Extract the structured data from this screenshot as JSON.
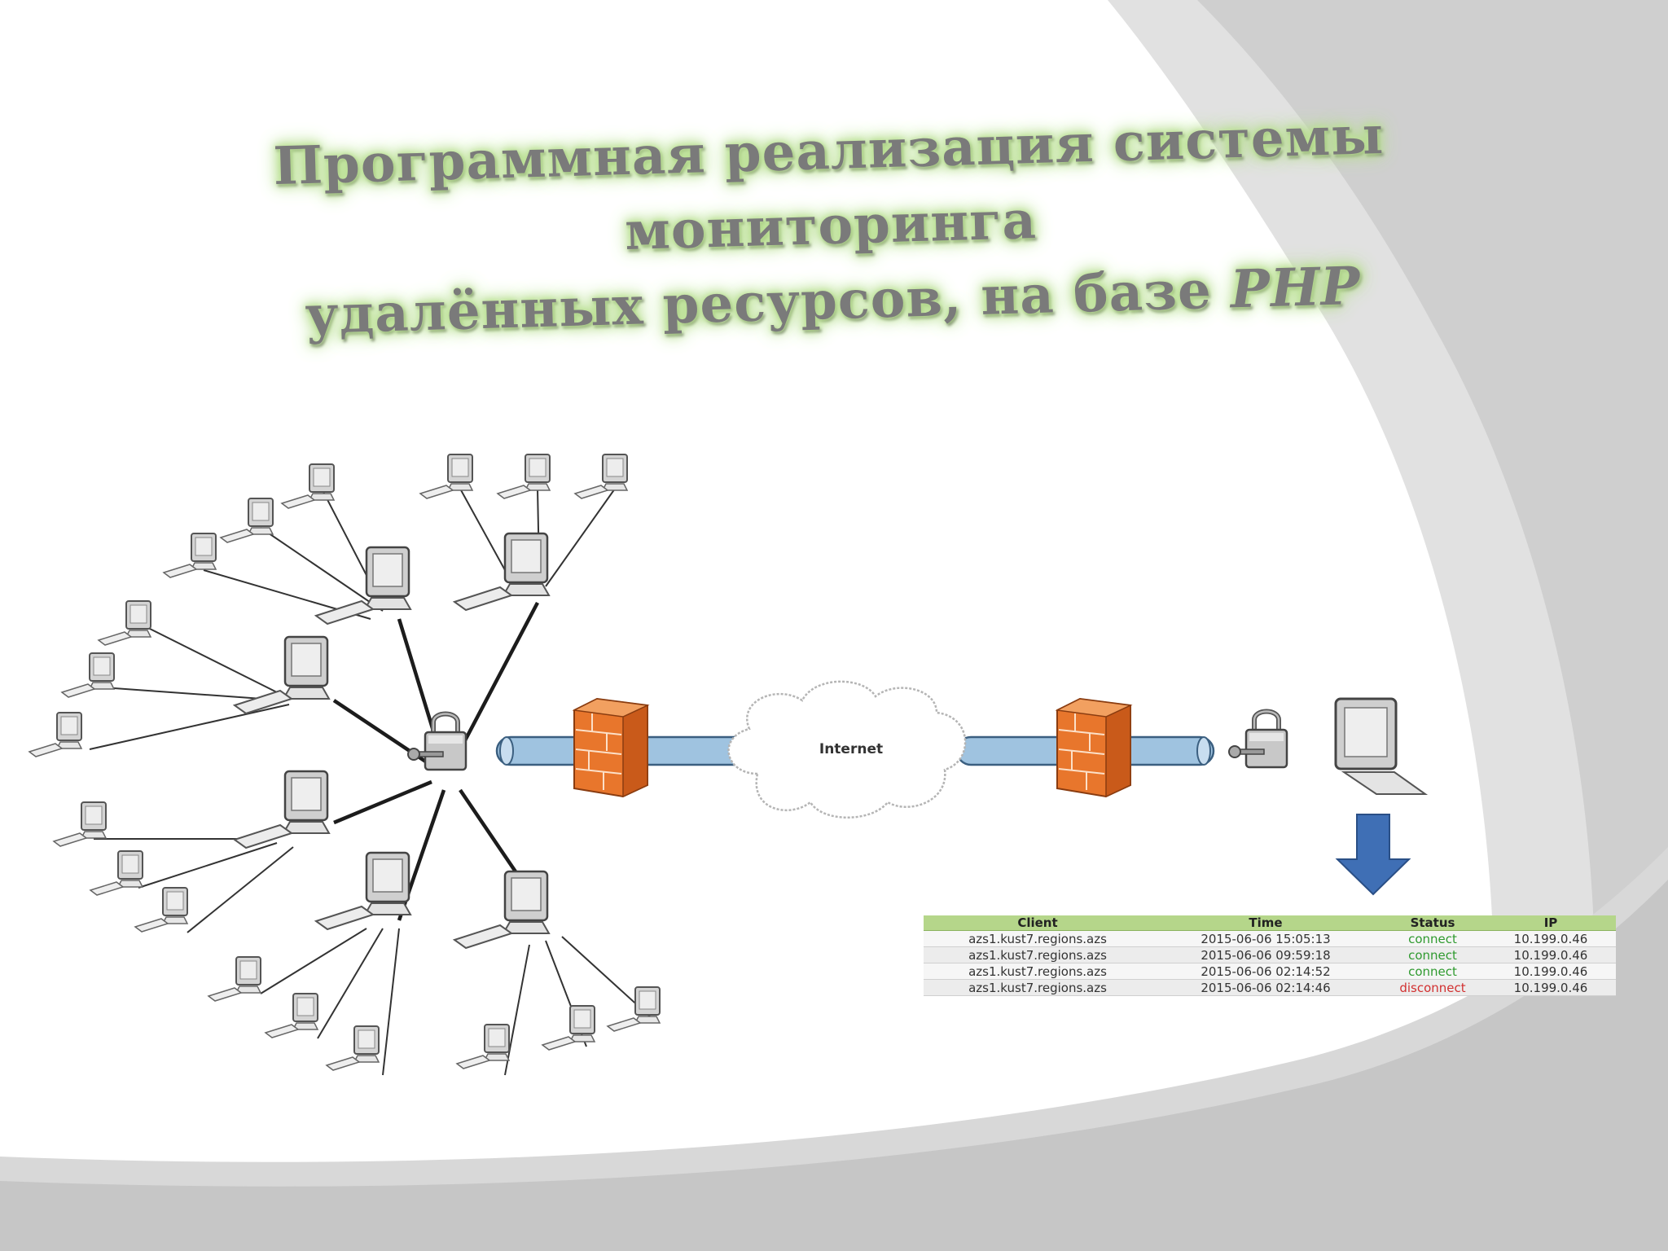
{
  "slide": {
    "title_line1": "Программная реализация системы мониторинга",
    "title_line2": "удалённых ресурсов, на базе",
    "title_php": "PHP"
  },
  "diagram": {
    "cloud_label": "Internet"
  },
  "log_table": {
    "headers": [
      "Client",
      "Time",
      "Status",
      "IP"
    ],
    "rows": [
      {
        "client": "azs1.kust7.regions.azs",
        "time": "2015-06-06 15:05:13",
        "status": "connect",
        "ip": "10.199.0.46"
      },
      {
        "client": "azs1.kust7.regions.azs",
        "time": "2015-06-06 09:59:18",
        "status": "connect",
        "ip": "10.199.0.46"
      },
      {
        "client": "azs1.kust7.regions.azs",
        "time": "2015-06-06 02:14:52",
        "status": "connect",
        "ip": "10.199.0.46"
      },
      {
        "client": "azs1.kust7.regions.azs",
        "time": "2015-06-06 02:14:46",
        "status": "disconnect",
        "ip": "10.199.0.46"
      }
    ]
  },
  "colors": {
    "title_glow": "#b7df8e",
    "table_header": "#b5d68a",
    "status_connect": "#2f9a2f",
    "status_disconnect": "#d23030",
    "arrow": "#3f6fb5",
    "firewall": "#e8762c",
    "pipe": "#9fc3e0"
  }
}
